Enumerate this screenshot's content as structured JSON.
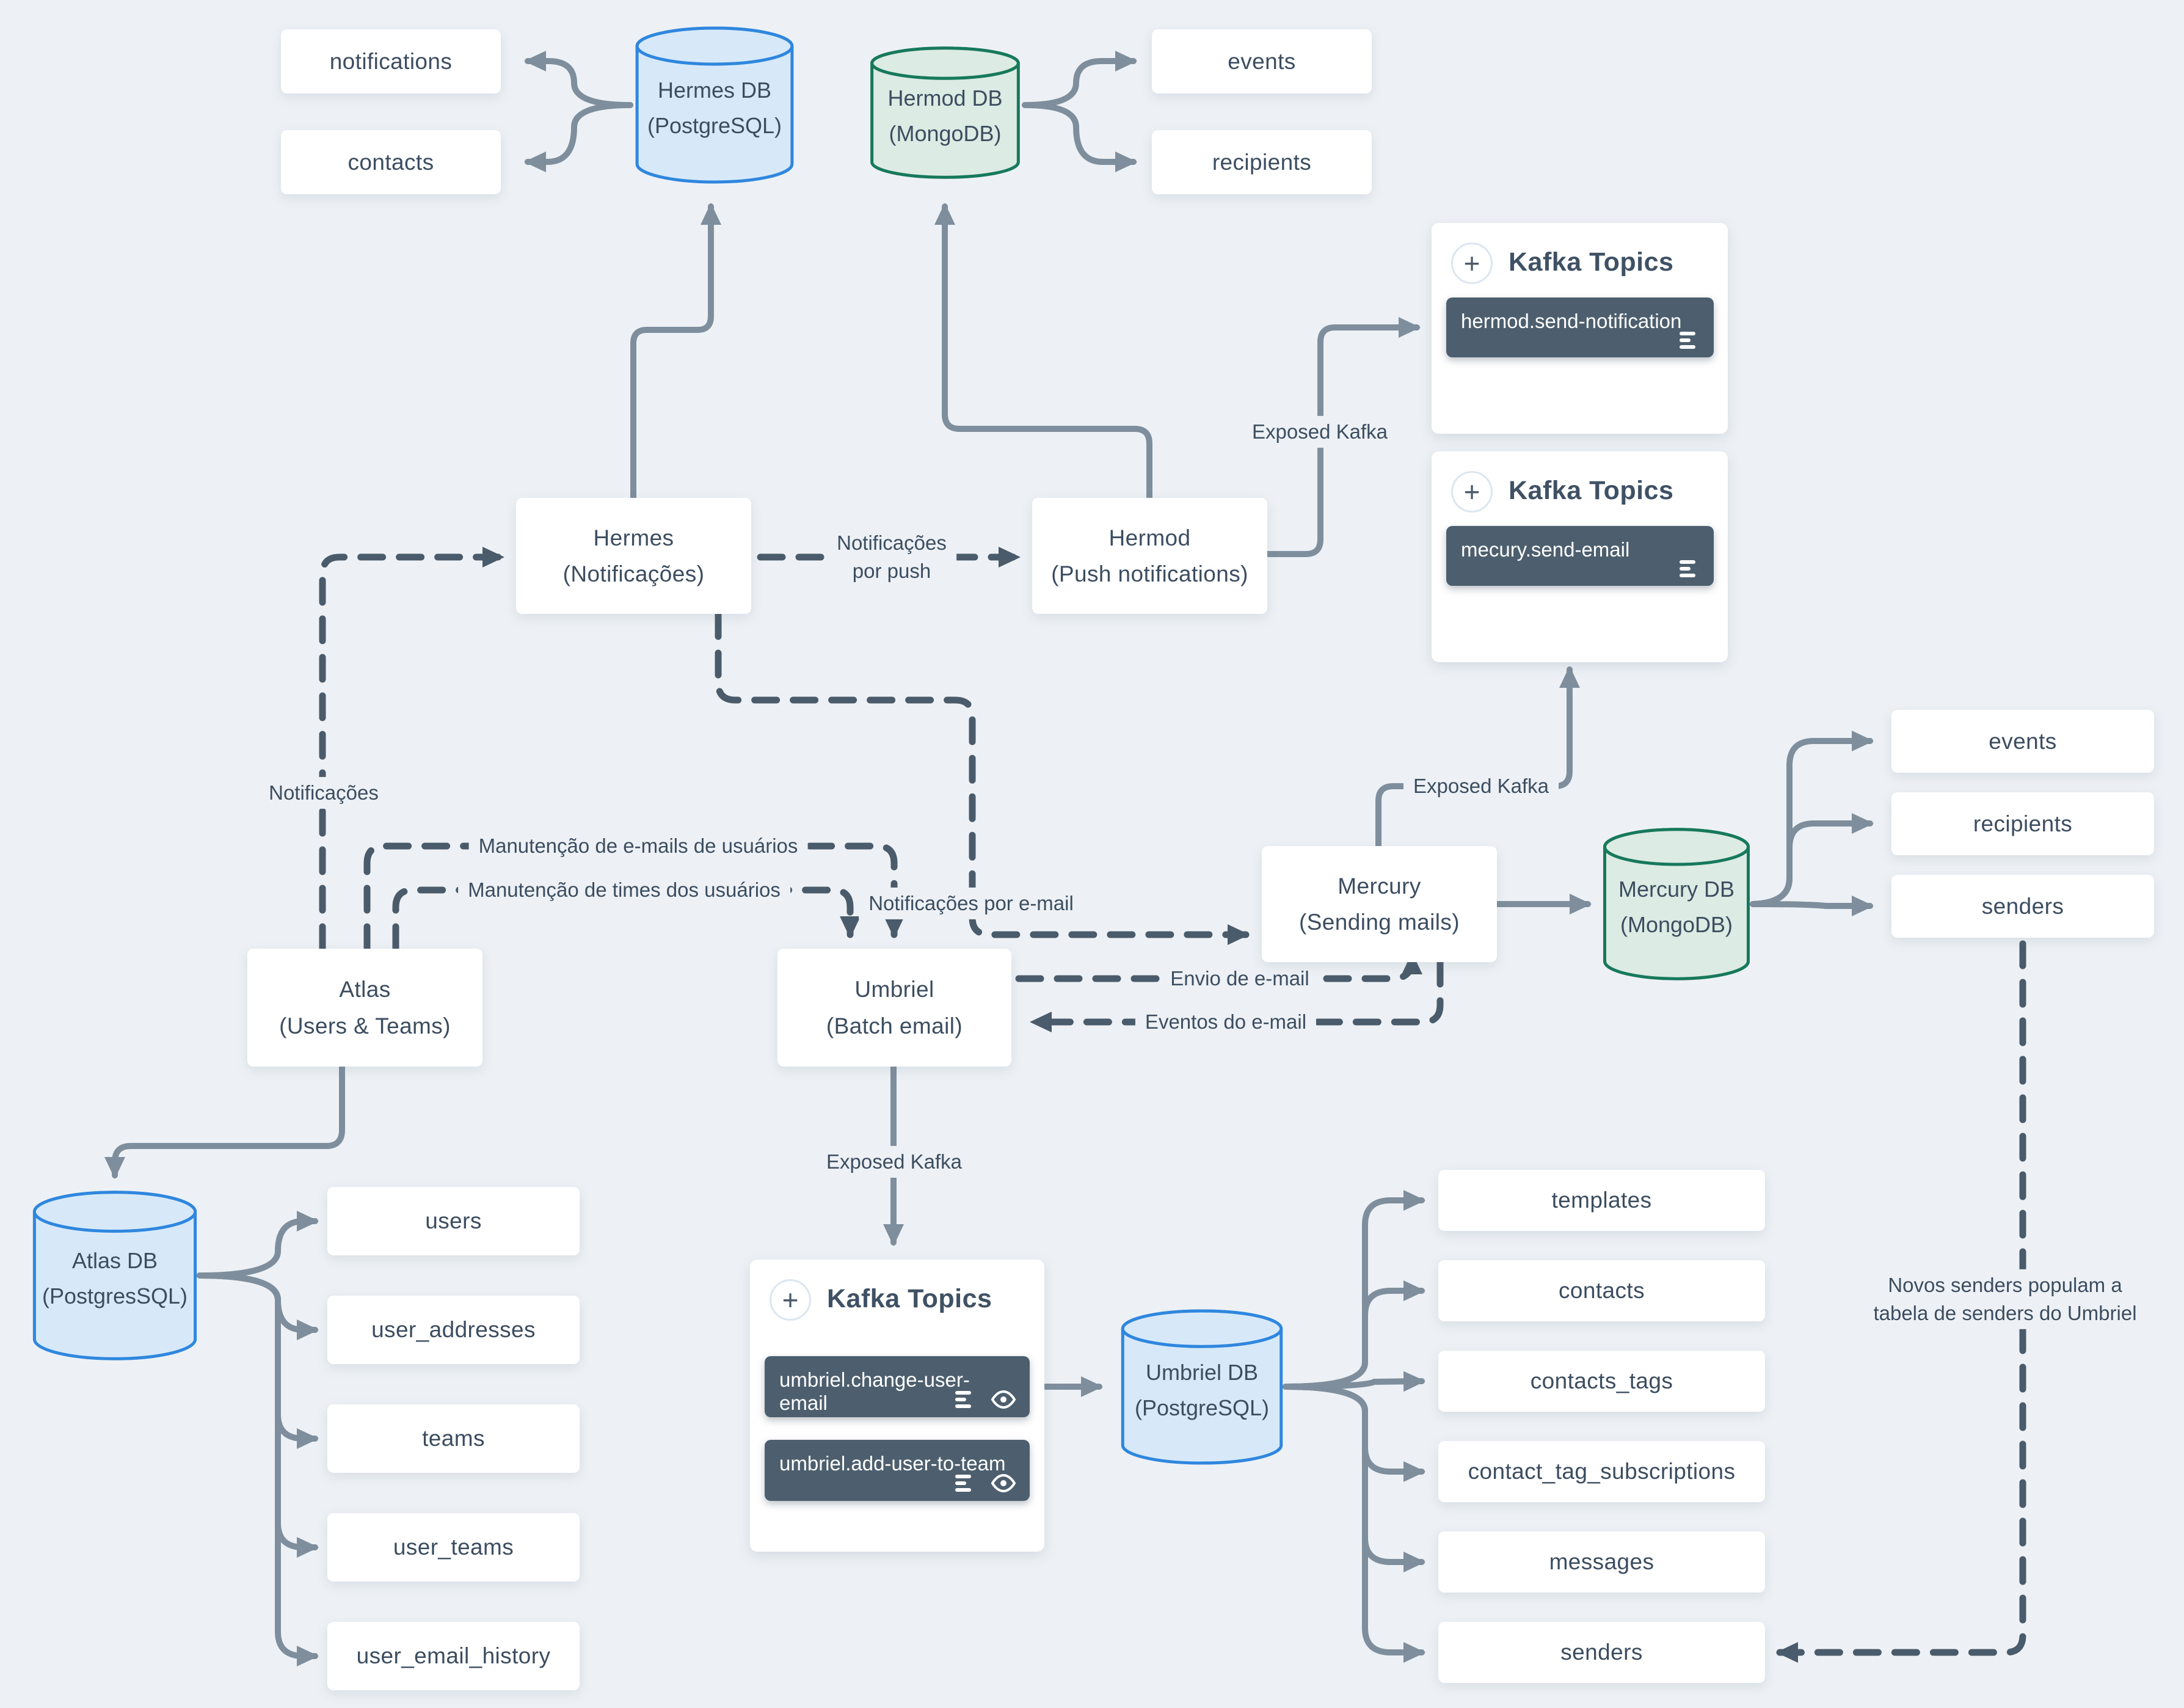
{
  "services": {
    "hermes": {
      "name": "Hermes",
      "desc": "(Notificações)"
    },
    "hermod": {
      "name": "Hermod",
      "desc": "(Push notifications)"
    },
    "mercury": {
      "name": "Mercury",
      "desc": "(Sending mails)"
    },
    "atlas": {
      "name": "Atlas",
      "desc": "(Users & Teams)"
    },
    "umbriel": {
      "name": "Umbriel",
      "desc": "(Batch email)"
    }
  },
  "databases": {
    "hermes_db": {
      "name": "Hermes DB",
      "engine": "(PostgreSQL)"
    },
    "hermod_db": {
      "name": "Hermod DB",
      "engine": "(MongoDB)"
    },
    "mercury_db": {
      "name": "Mercury DB",
      "engine": "(MongoDB)"
    },
    "atlas_db": {
      "name": "Atlas DB",
      "engine": "(PostgresSQL)"
    },
    "umbriel_db": {
      "name": "Umbriel DB",
      "engine": "(PostgreSQL)"
    }
  },
  "tables": {
    "hermes_db": [
      "notifications",
      "contacts"
    ],
    "hermod_db": [
      "events",
      "recipients"
    ],
    "mercury_db": [
      "events",
      "recipients",
      "senders"
    ],
    "atlas_db": [
      "users",
      "user_addresses",
      "teams",
      "user_teams",
      "user_email_history"
    ],
    "umbriel_db": [
      "templates",
      "contacts",
      "contacts_tags",
      "contact_tag_subscriptions",
      "messages",
      "senders"
    ]
  },
  "kafka": {
    "title": "Kafka Topics",
    "plus": "+",
    "cards": {
      "hermod": {
        "topics": [
          "hermod.send-notification"
        ]
      },
      "mercury": {
        "topics": [
          "mecury.send-email"
        ]
      },
      "umbriel": {
        "topics": [
          "umbriel.change-user-email",
          "umbriel.add-user-to-team"
        ]
      }
    }
  },
  "labels": {
    "notificacoes": "Notificações",
    "por_push_1": "Notificações",
    "por_push_2": "por push",
    "por_email": "Notificações por e-mail",
    "manutencao_emails": "Manutenção de e-mails de usuários",
    "manutencao_times": "Manutenção de times dos usuários",
    "exposed_kafka": "Exposed Kafka",
    "envio": "Envio de e-mail",
    "eventos": "Eventos do e-mail",
    "novos_senders_1": "Novos senders populam a",
    "novos_senders_2": "tabela de senders do Umbriel"
  }
}
